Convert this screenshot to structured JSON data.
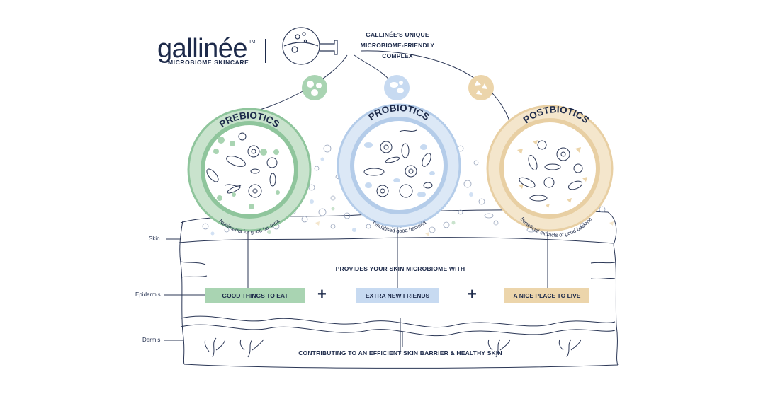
{
  "brand": {
    "name": "gallinée",
    "tm": "TM",
    "subtitle": "MICROBIOME SKINCARE"
  },
  "complex_title_line1": "GALLINÉE'S UNIQUE",
  "complex_title_line2": "MICROBIOME-FRIENDLY COMPLEX",
  "circles": [
    {
      "title": "PREBIOTICS",
      "caption": "Nutriments for good bacteria",
      "color": "#8fc59c",
      "light": "#c9e3cd"
    },
    {
      "title": "PROBIOTICS",
      "caption": "Tyndalised good bacteria",
      "color": "#b4cce9",
      "light": "#dce8f6"
    },
    {
      "title": "POSTBIOTICS",
      "caption": "Beneficial extracts of good bacteria",
      "color": "#e8cfa3",
      "light": "#f4e6cc"
    }
  ],
  "layers": {
    "skin": "Skin",
    "epidermis": "Epidermis",
    "dermis": "Dermis"
  },
  "provides": "PROVIDES YOUR SKIN MICROBIOME WITH",
  "benefits": [
    {
      "label": "GOOD THINGS TO EAT",
      "color": "#a9d4b2"
    },
    {
      "label": "EXTRA NEW FRIENDS",
      "color": "#c7daf1"
    },
    {
      "label": "A NICE PLACE TO LIVE",
      "color": "#ecd5ab"
    }
  ],
  "plus_sign": "+",
  "contributing": "CONTRIBUTING TO AN EFFICIENT SKIN BARRIER & HEALTHY SKIN",
  "colors": {
    "navy": "#1d2a4a",
    "line": "#2b3756"
  }
}
